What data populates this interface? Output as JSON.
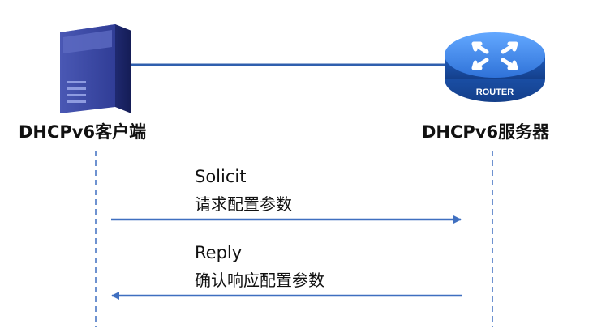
{
  "nodes": {
    "client": {
      "label": "DHCPv6客户端",
      "icon": "server-icon"
    },
    "server": {
      "label": "DHCPv6服务器",
      "icon": "router-icon",
      "icon_text": "ROUTER"
    }
  },
  "messages": [
    {
      "name": "Solicit",
      "description": "请求配置参数",
      "direction": "client-to-server"
    },
    {
      "name": "Reply",
      "description": "确认响应配置参数",
      "direction": "server-to-client"
    }
  ],
  "colors": {
    "link": "#2f5fae",
    "lifeline": "#3f6fc0",
    "arrow": "#3f6fc0",
    "server_body": "#2e3a8c",
    "router_body": "#2a6fd2",
    "text": "#111111"
  }
}
